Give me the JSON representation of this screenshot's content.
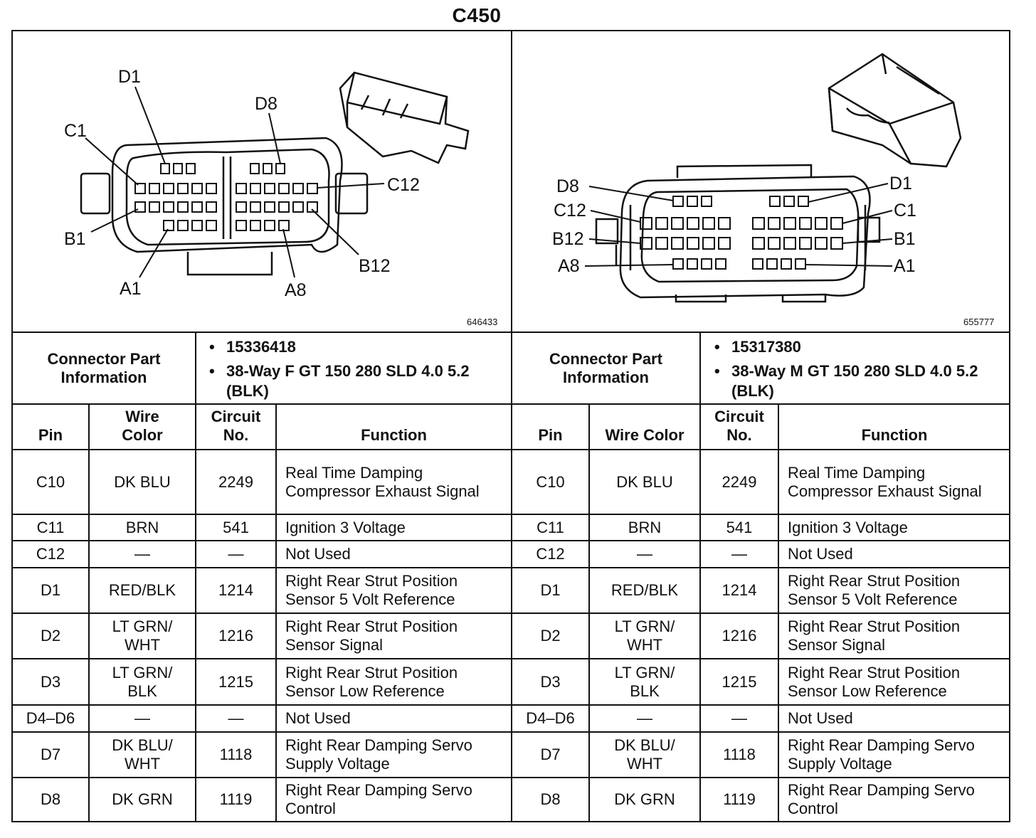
{
  "title": "C450",
  "left_connector": {
    "part_ref": "646433",
    "pin_labels": [
      "D1",
      "D8",
      "C1",
      "C12",
      "B1",
      "B12",
      "A1",
      "A8"
    ]
  },
  "right_connector": {
    "part_ref": "655777",
    "pin_labels": [
      "D8",
      "D1",
      "C12",
      "C1",
      "B12",
      "B1",
      "A8",
      "A1"
    ]
  },
  "part_info": {
    "label": "Connector Part Information",
    "left": [
      "15336418",
      "38-Way F GT 150 280 SLD 4.0 5.2 (BLK)"
    ],
    "right": [
      "15317380",
      "38-Way M GT 150 280 SLD 4.0 5.2 (BLK)"
    ]
  },
  "table": {
    "headers_left": [
      "Pin",
      "Wire Color",
      "Circuit No.",
      "Function"
    ],
    "headers_right": [
      "Pin",
      "Wire Color",
      "Circuit No.",
      "Function"
    ],
    "rows": [
      {
        "pin": "C10",
        "color": "DK BLU",
        "circuit": "2249",
        "function": "Real Time Damping Compressor Exhaust Signal"
      },
      {
        "pin": "C11",
        "color": "BRN",
        "circuit": "541",
        "function": "Ignition 3 Voltage"
      },
      {
        "pin": "C12",
        "color": "—",
        "circuit": "—",
        "function": "Not Used"
      },
      {
        "pin": "D1",
        "color": "RED/BLK",
        "circuit": "1214",
        "function": "Right Rear Strut Position Sensor 5 Volt Reference"
      },
      {
        "pin": "D2",
        "color": "LT GRN/ WHT",
        "circuit": "1216",
        "function": "Right Rear Strut Position Sensor Signal"
      },
      {
        "pin": "D3",
        "color": "LT GRN/ BLK",
        "circuit": "1215",
        "function": "Right Rear Strut Position Sensor Low Reference"
      },
      {
        "pin": "D4–D6",
        "color": "—",
        "circuit": "—",
        "function": "Not Used"
      },
      {
        "pin": "D7",
        "color": "DK BLU/ WHT",
        "circuit": "1118",
        "function": "Right Rear Damping Servo Supply Voltage"
      },
      {
        "pin": "D8",
        "color": "DK GRN",
        "circuit": "1119",
        "function": "Right Rear Damping Servo Control"
      }
    ]
  }
}
